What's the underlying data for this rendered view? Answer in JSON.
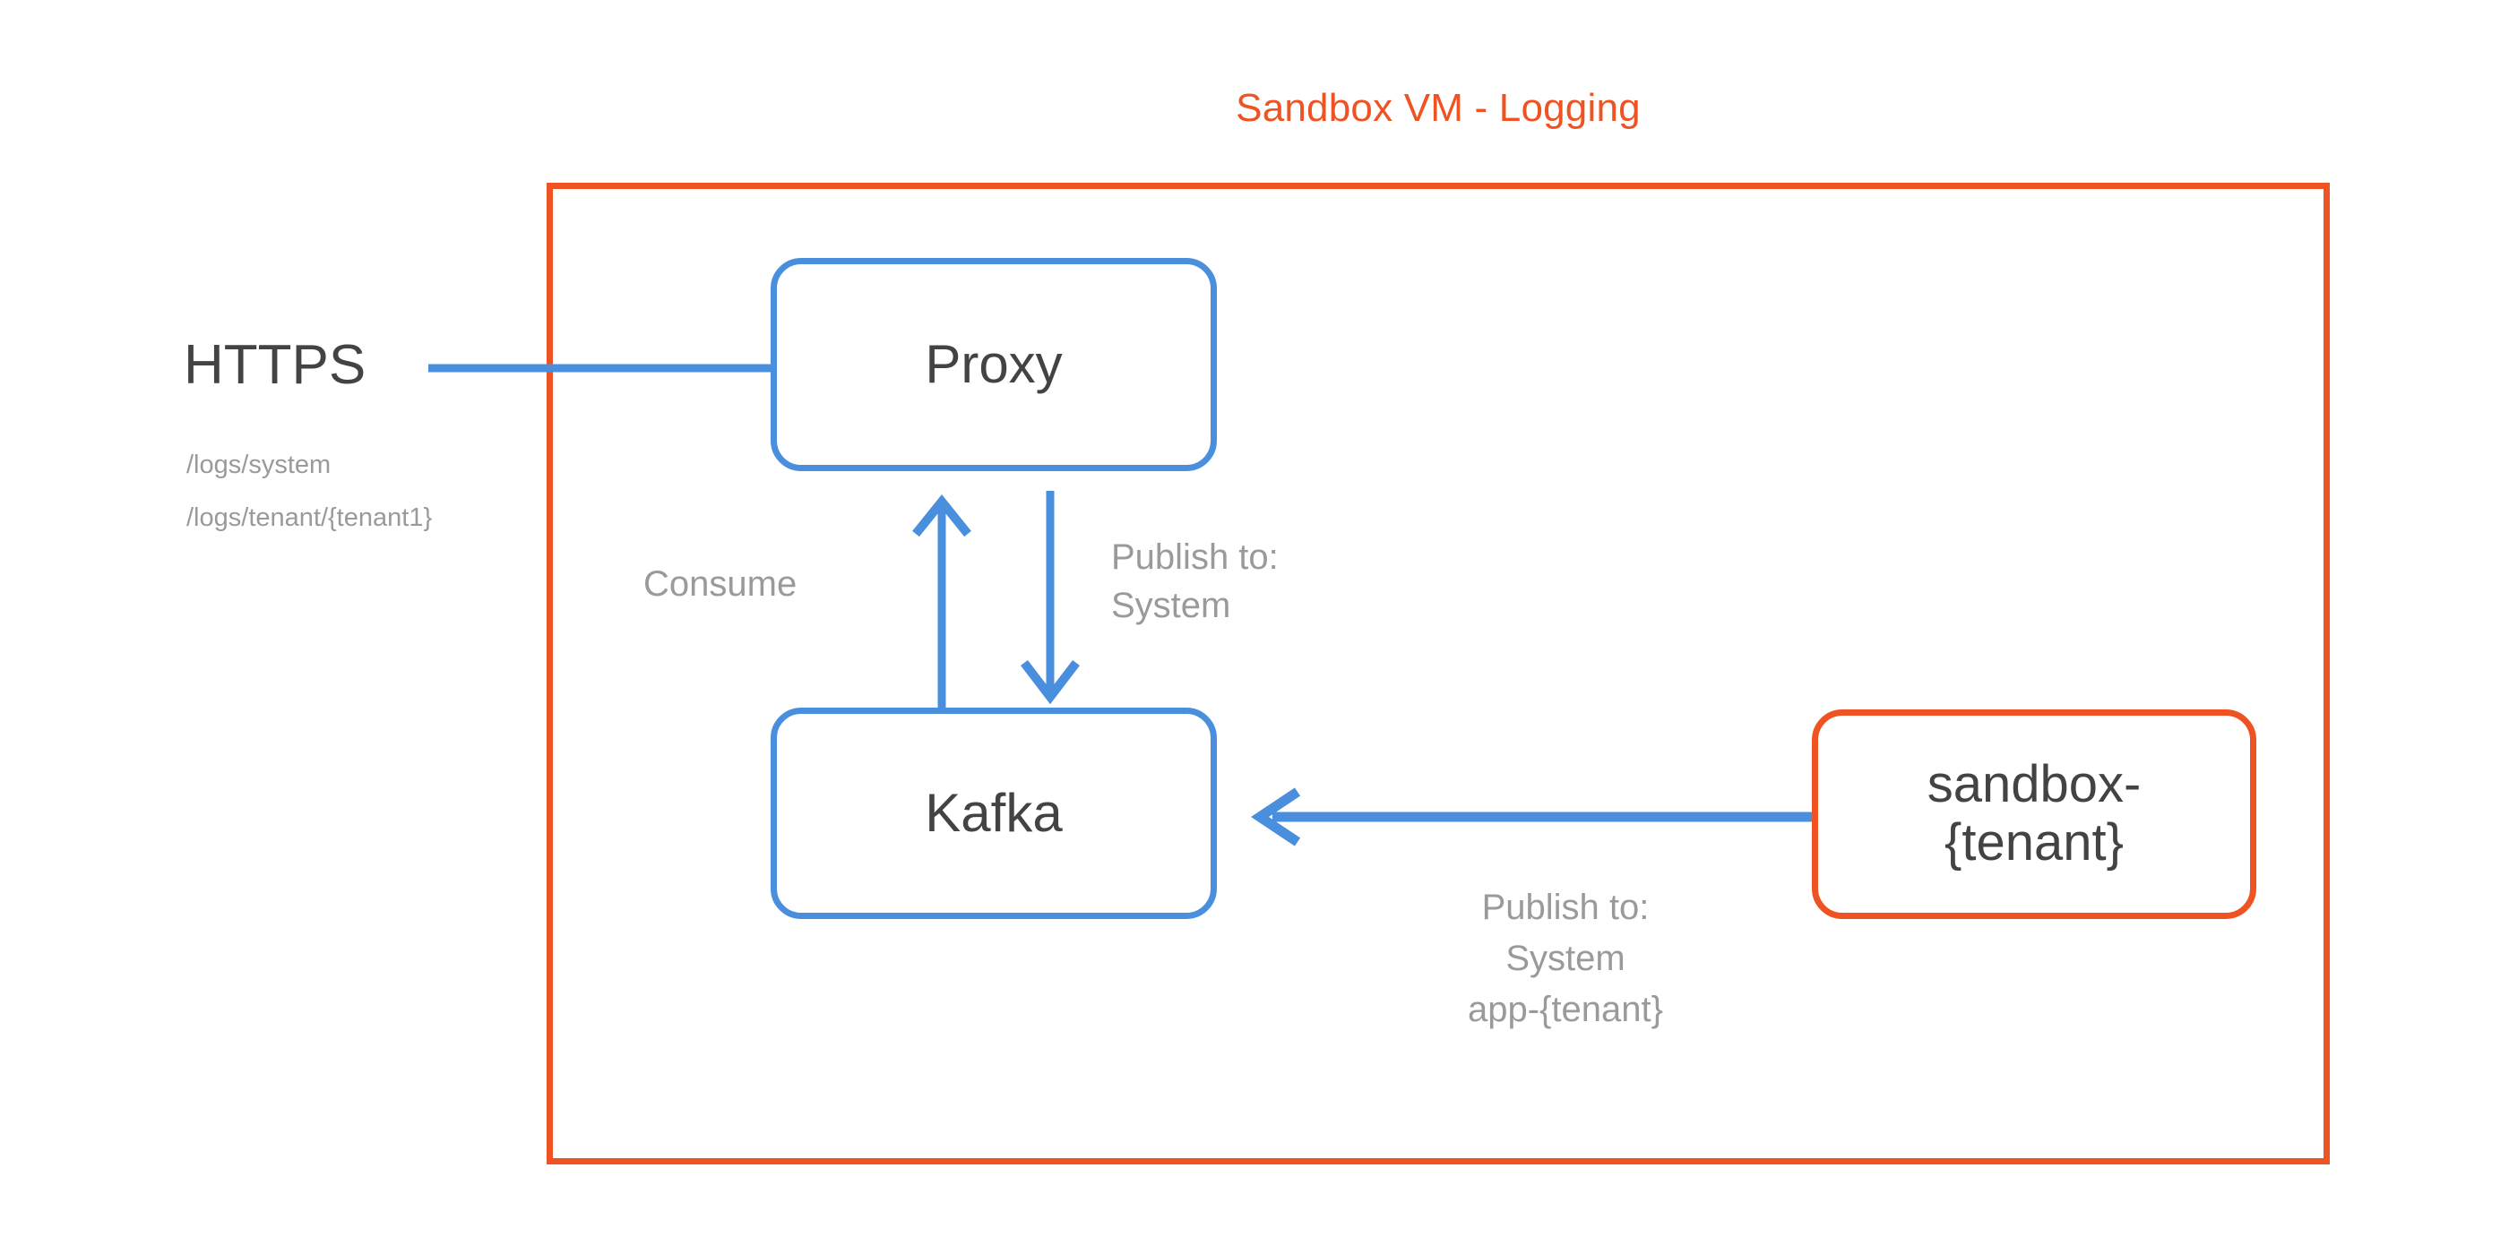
{
  "diagram": {
    "title": "Sandbox VM - Logging",
    "colors": {
      "accent_orange": "#ef5323",
      "accent_blue": "#4a8fdd",
      "text_dark": "#434343",
      "text_muted": "#9a9a9a",
      "background": "#ffffff"
    }
  },
  "external": {
    "protocol_label": "HTTPS",
    "paths": [
      "/logs/system",
      "/logs/tenant/{tenant1}"
    ]
  },
  "nodes": [
    {
      "id": "proxy",
      "label": "Proxy",
      "border_color": "#4a8fdd"
    },
    {
      "id": "kafka",
      "label": "Kafka",
      "border_color": "#4a8fdd"
    },
    {
      "id": "sandbox",
      "label_line1": "sandbox-",
      "label_line2": "{tenant}",
      "border_color": "#ef5323"
    }
  ],
  "edges": [
    {
      "id": "https-to-proxy",
      "from": "HTTPS",
      "to": "proxy",
      "label": "",
      "arrowhead": false,
      "color": "#4a8fdd"
    },
    {
      "id": "kafka-to-proxy",
      "from": "kafka",
      "to": "proxy",
      "label": "Consume",
      "arrowhead": true,
      "direction": "up",
      "color": "#4a8fdd"
    },
    {
      "id": "proxy-to-kafka",
      "from": "proxy",
      "to": "kafka",
      "label_line1": "Publish to:",
      "label_line2": "System",
      "arrowhead": true,
      "direction": "down",
      "color": "#4a8fdd"
    },
    {
      "id": "sandbox-to-kafka",
      "from": "sandbox",
      "to": "kafka",
      "label_line1": "Publish to:",
      "label_line2": "System",
      "label_line3": "app-{tenant}",
      "arrowhead": true,
      "direction": "left",
      "color": "#4a8fdd"
    }
  ]
}
